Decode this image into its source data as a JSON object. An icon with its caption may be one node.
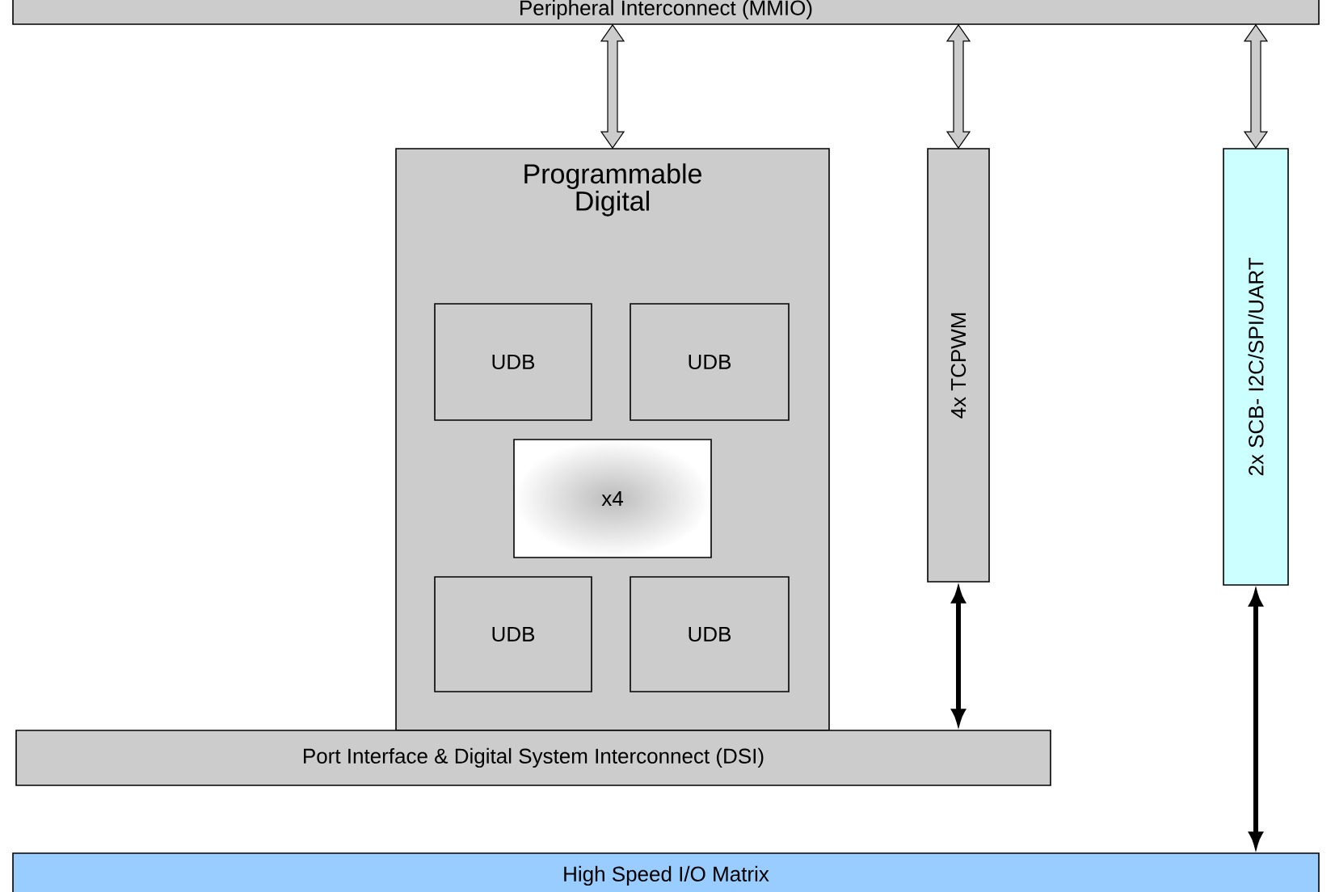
{
  "diagram": {
    "nodes": [
      {
        "text": [
          "Peripheral Interconnect (MMIO)"
        ]
      },
      {
        "text": [
          "Programmable Digital"
        ]
      },
      {
        "text": [
          "UDB"
        ],
        "in": 1
      },
      {
        "text": [
          "UDB"
        ],
        "in": 1
      },
      {
        "text": [
          "x4"
        ],
        "in": 1
      },
      {
        "text": [
          "UDB"
        ],
        "in": 1
      },
      {
        "text": [
          "UDB"
        ],
        "in": 1
      },
      {
        "text": [
          "4x TCPWM"
        ]
      },
      {
        "text": [
          "2x SCB- I2C/SPI/UART"
        ]
      },
      {
        "text": [
          "Port Interface & Digital System Interconnect (DSI)"
        ]
      },
      {
        "text": [
          "High Speed I/O Matrix"
        ]
      }
    ],
    "edges": [
      {
        "from": 0,
        "to": 1,
        "arrow": "both",
        "color": "#cccccc"
      },
      {
        "from": 0,
        "to": 7,
        "arrow": "both",
        "color": "#cccccc"
      },
      {
        "from": 0,
        "to": 8,
        "arrow": "both",
        "color": "#cccccc"
      },
      {
        "from": 7,
        "to": 9,
        "arrow": "both"
      },
      {
        "from": 8,
        "to": 10,
        "arrow": "both"
      }
    ]
  }
}
